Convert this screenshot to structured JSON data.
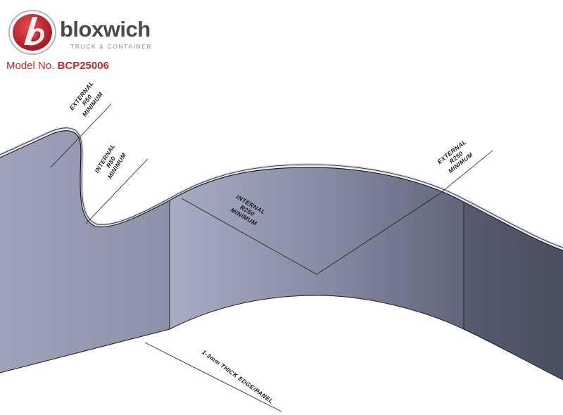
{
  "brand": {
    "name": "bloxwich",
    "tagline": "TRUCK & CONTAINER",
    "logo_letter": "b",
    "accent_color": "#c0262e"
  },
  "model": {
    "label": "Model No.",
    "number": "BCP25006"
  },
  "callouts": {
    "external_r50": [
      "EXTERNAL",
      "R50",
      "MINIMUM"
    ],
    "internal_r50": [
      "INTERNAL",
      "R50",
      "MINIMUM"
    ],
    "internal_r250": [
      "INTERNAL",
      "R250",
      "MINIMUM"
    ],
    "external_r250": [
      "EXTERNAL",
      "R250",
      "MINIMUM"
    ],
    "thickness": "1-3mm THICK EDGE/PANEL"
  },
  "colors": {
    "panel_light": "#a6aac0",
    "panel_dark": "#4c5163",
    "outline": "#1e1e1e"
  }
}
